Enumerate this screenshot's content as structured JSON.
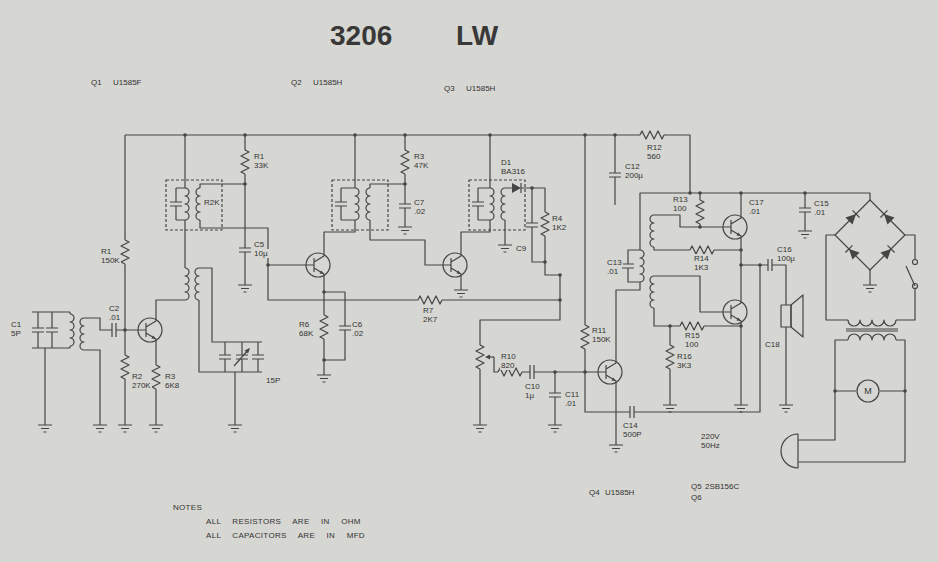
{
  "diagram": {
    "title": "3206 LW",
    "nodes": [
      {
        "text": [
          "M"
        ]
      }
    ],
    "labels": [
      "Q1",
      "U1585F",
      "Q2",
      "U1585H",
      "Q3",
      "U1585H",
      "R1",
      "33K",
      "R2K",
      "C5",
      "10µ",
      "R3",
      "47K",
      "C7",
      ".02",
      "D1",
      "BA316",
      "R4",
      "1K2",
      "C9",
      "C12",
      "200µ",
      "R12",
      "560",
      "R13",
      "100",
      "C17",
      ".01",
      "C15",
      ".01",
      "R14",
      "1K3",
      "R15",
      "100",
      "C18",
      "C13",
      ".01",
      "C16",
      "100µ",
      "R1",
      "150K",
      "C1",
      "5P",
      "C2",
      ".01",
      "R2",
      "270K",
      "R3",
      "6K8",
      "15P",
      "R6",
      "68K",
      "C6",
      ".02",
      "R7",
      "2K7",
      "R10",
      "820",
      "C10",
      "1µ",
      "C11",
      ".01",
      "R11",
      "150K",
      "C14",
      "500P",
      "R16",
      "3K3",
      "220V",
      "50Hz",
      "Q4",
      "U1585H",
      "Q5",
      "2SB156C",
      "Q6",
      "NOTES",
      "ALL RESISTORS ARE IN OHM",
      "ALL CAPACITORS ARE IN MFD"
    ]
  }
}
